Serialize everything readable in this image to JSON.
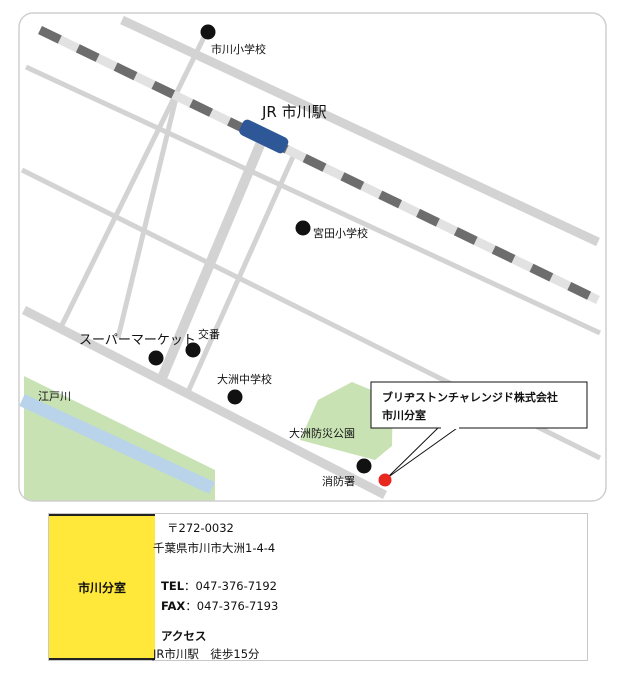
{
  "map": {
    "labels": {
      "station": "JR 市川駅",
      "ichikawa_elementary": "市川小学校",
      "miyata_elementary": "宮田小学校",
      "koban": "交番",
      "supermarket": "スーパーマーケット",
      "ohsu_junior_high": "大洲中学校",
      "edogawa": "江戸川",
      "park": "大洲防災公園",
      "fire_station": "消防署"
    },
    "callout": {
      "line1": "ブリヂストンチャレンジド株式会社",
      "line2": "市川分室"
    },
    "colors": {
      "road": "#d3d3d3",
      "rail_dark": "#6d6d6d",
      "rail_light": "#e2e2e2",
      "station": "#2d5797",
      "river": "#b9d3ea",
      "green": "#c8e2b4",
      "target": "#e8281e"
    }
  },
  "info": {
    "office_label": "市川分室",
    "postal": "〒272-0032",
    "address": "千葉県市川市大洲1-4-4",
    "tel_label": "TEL",
    "tel_value": "：047-376-7192",
    "fax_label": "FAX",
    "fax_value": "：047-376-7193",
    "access_label": "アクセス",
    "access_text": "JR市川駅　徒歩15分"
  }
}
